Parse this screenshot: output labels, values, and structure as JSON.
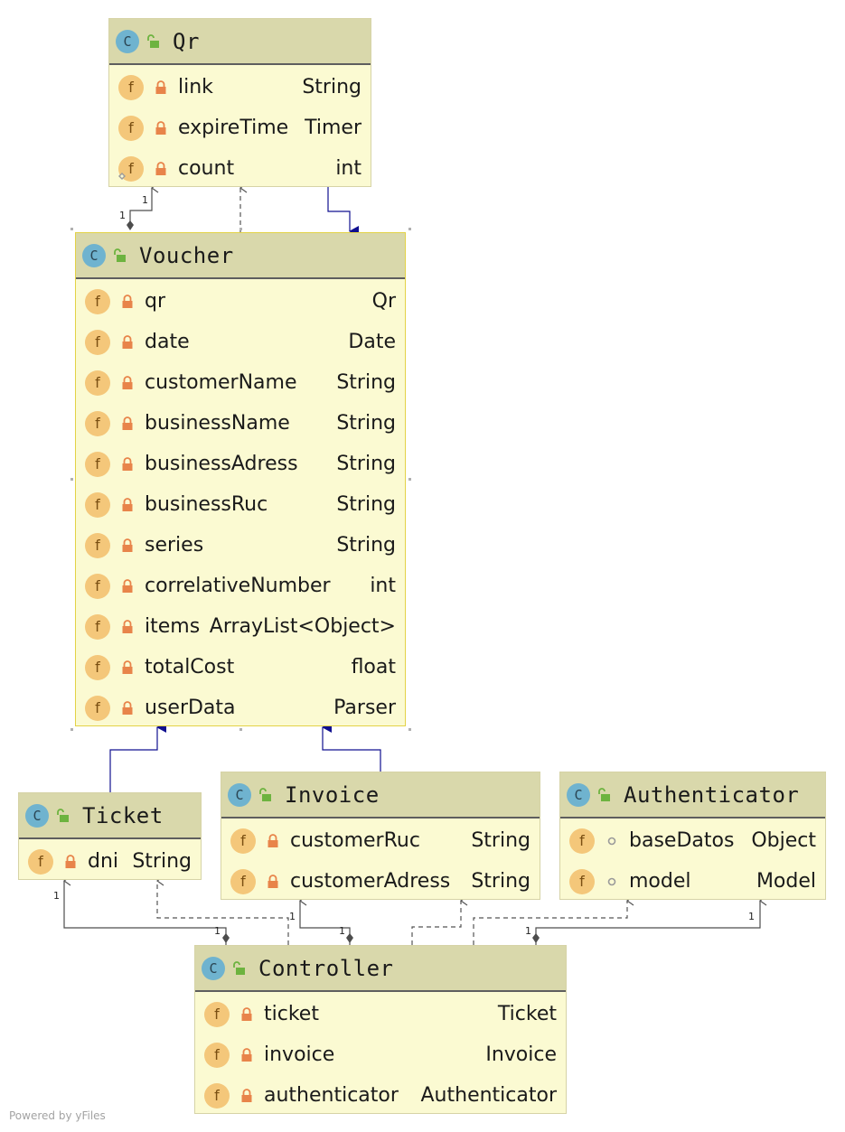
{
  "classes": {
    "qr": {
      "name": "Qr",
      "fields": [
        {
          "name": "link",
          "type": "String"
        },
        {
          "name": "expireTime",
          "type": "Timer"
        },
        {
          "name": "count",
          "type": "int"
        }
      ]
    },
    "voucher": {
      "name": "Voucher",
      "fields": [
        {
          "name": "qr",
          "type": "Qr"
        },
        {
          "name": "date",
          "type": "Date"
        },
        {
          "name": "customerName",
          "type": "String"
        },
        {
          "name": "businessName",
          "type": "String"
        },
        {
          "name": "businessAdress",
          "type": "String"
        },
        {
          "name": "businessRuc",
          "type": "String"
        },
        {
          "name": "series",
          "type": "String"
        },
        {
          "name": "correlativeNumber",
          "type": "int"
        },
        {
          "name": "items",
          "type": "ArrayList<Object>"
        },
        {
          "name": "totalCost",
          "type": "float"
        },
        {
          "name": "userData",
          "type": "Parser"
        }
      ]
    },
    "ticket": {
      "name": "Ticket",
      "fields": [
        {
          "name": "dni",
          "type": "String"
        }
      ]
    },
    "invoice": {
      "name": "Invoice",
      "fields": [
        {
          "name": "customerRuc",
          "type": "String"
        },
        {
          "name": "customerAdress",
          "type": "String"
        }
      ]
    },
    "authenticator": {
      "name": "Authenticator",
      "fields": [
        {
          "name": "baseDatos",
          "type": "Object"
        },
        {
          "name": "model",
          "type": "Model"
        }
      ]
    },
    "controller": {
      "name": "Controller",
      "fields": [
        {
          "name": "ticket",
          "type": "Ticket"
        },
        {
          "name": "invoice",
          "type": "Invoice"
        },
        {
          "name": "authenticator",
          "type": "Authenticator"
        }
      ]
    }
  },
  "icons": {
    "class_letter": "C",
    "field_letter": "f"
  },
  "multiplicity": {
    "voucher_qr_source": "1",
    "voucher_qr_target": "1",
    "controller_ticket_target": "1",
    "controller_ticket_source": "1",
    "controller_invoice_source": "1",
    "controller_dep_ticket": "1",
    "controller_auth_source": "1",
    "controller_auth_target": "1"
  },
  "colors": {
    "class_bg": "#fbfad2",
    "header_bg": "#d9d8ab",
    "class_icon": "#6fb3cf",
    "field_icon": "#f4c77a",
    "lock": "#e8844a",
    "public": "#6db33f",
    "inheritance": "#1a1a8c"
  },
  "footer": "Powered by yFiles"
}
